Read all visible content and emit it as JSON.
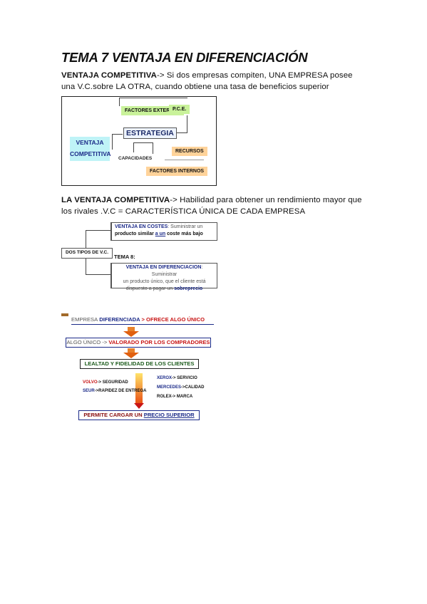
{
  "title": "TEMA 7 VENTAJA EN DIFERENCIACIÓN",
  "p1": {
    "bold": "VENTAJA COMPETITIVA",
    "text": "-> Si dos empresas compiten, UNA EMPRESA posee una V.C.sobre LA OTRA, cuando obtiene una tasa de beneficios superior"
  },
  "diagram1": {
    "factores_externos": "FACTORES EXTERNOS",
    "pcie": "P.C.E.",
    "estrategia": "ESTRATEGIA",
    "ventaja": "VENTAJA",
    "competitiva": "COMPETITIVA",
    "recursos": "RECURSOS",
    "capacidades": "CAPACIDADES",
    "factores_internos": "FACTORES INTERNOS"
  },
  "p2": {
    "bold": "LA VENTAJA COMPETITIVA",
    "text": "-> Habilidad para obtener un rendimiento mayor que los rivales .V.C = CARACTERÍSTICA ÚNICA DE CADA EMPRESA"
  },
  "diagram2": {
    "costes_title": "VENTAJA EN COSTES",
    "costes_text1": ": Suministrar un",
    "costes_text2": "producto similar",
    "costes_text3": "a un",
    "costes_text4": "coste más bajo",
    "dos_tipos": "DOS TIPOS DE V.C.",
    "tema8": "TEMA 8:",
    "dif_title": "VENTAJA EN DIFERENCIACION",
    "dif_text1": ": Suministrar",
    "dif_text2": "un producto único, que el cliente está",
    "dif_text3": "dispuesto a pagar un",
    "dif_text4": "sobreprecio"
  },
  "diagram3": {
    "empresa": "EMPRESA",
    "diferenciada": "DIFERENCIADA",
    "ofrece": "> OFRECE ALGO ÚNICO",
    "algo_unico": "ALGO ÚNICO ->",
    "valorado": "VALORADO POR LOS COMPRADORES",
    "lealtad": "LEALTAD Y FIDELIDAD DE LOS CLIENTES",
    "volvo": "VOLVO",
    "volvo_v": "-> SEGURIDAD",
    "seur": "SEUR",
    "seur_v": "->RAPIDEZ DE ENTREGA",
    "xerox": "XEROX",
    "xerox_v": "-> SERVICIO",
    "mercedes": "MERCEDES",
    "mercedes_v": "->CALIDAD",
    "rolex": "ROLEX",
    "rolex_v": "-> MARCA",
    "permite": "PERMITE CARGAR UN",
    "precio": "PRECIO SUPERIOR"
  }
}
